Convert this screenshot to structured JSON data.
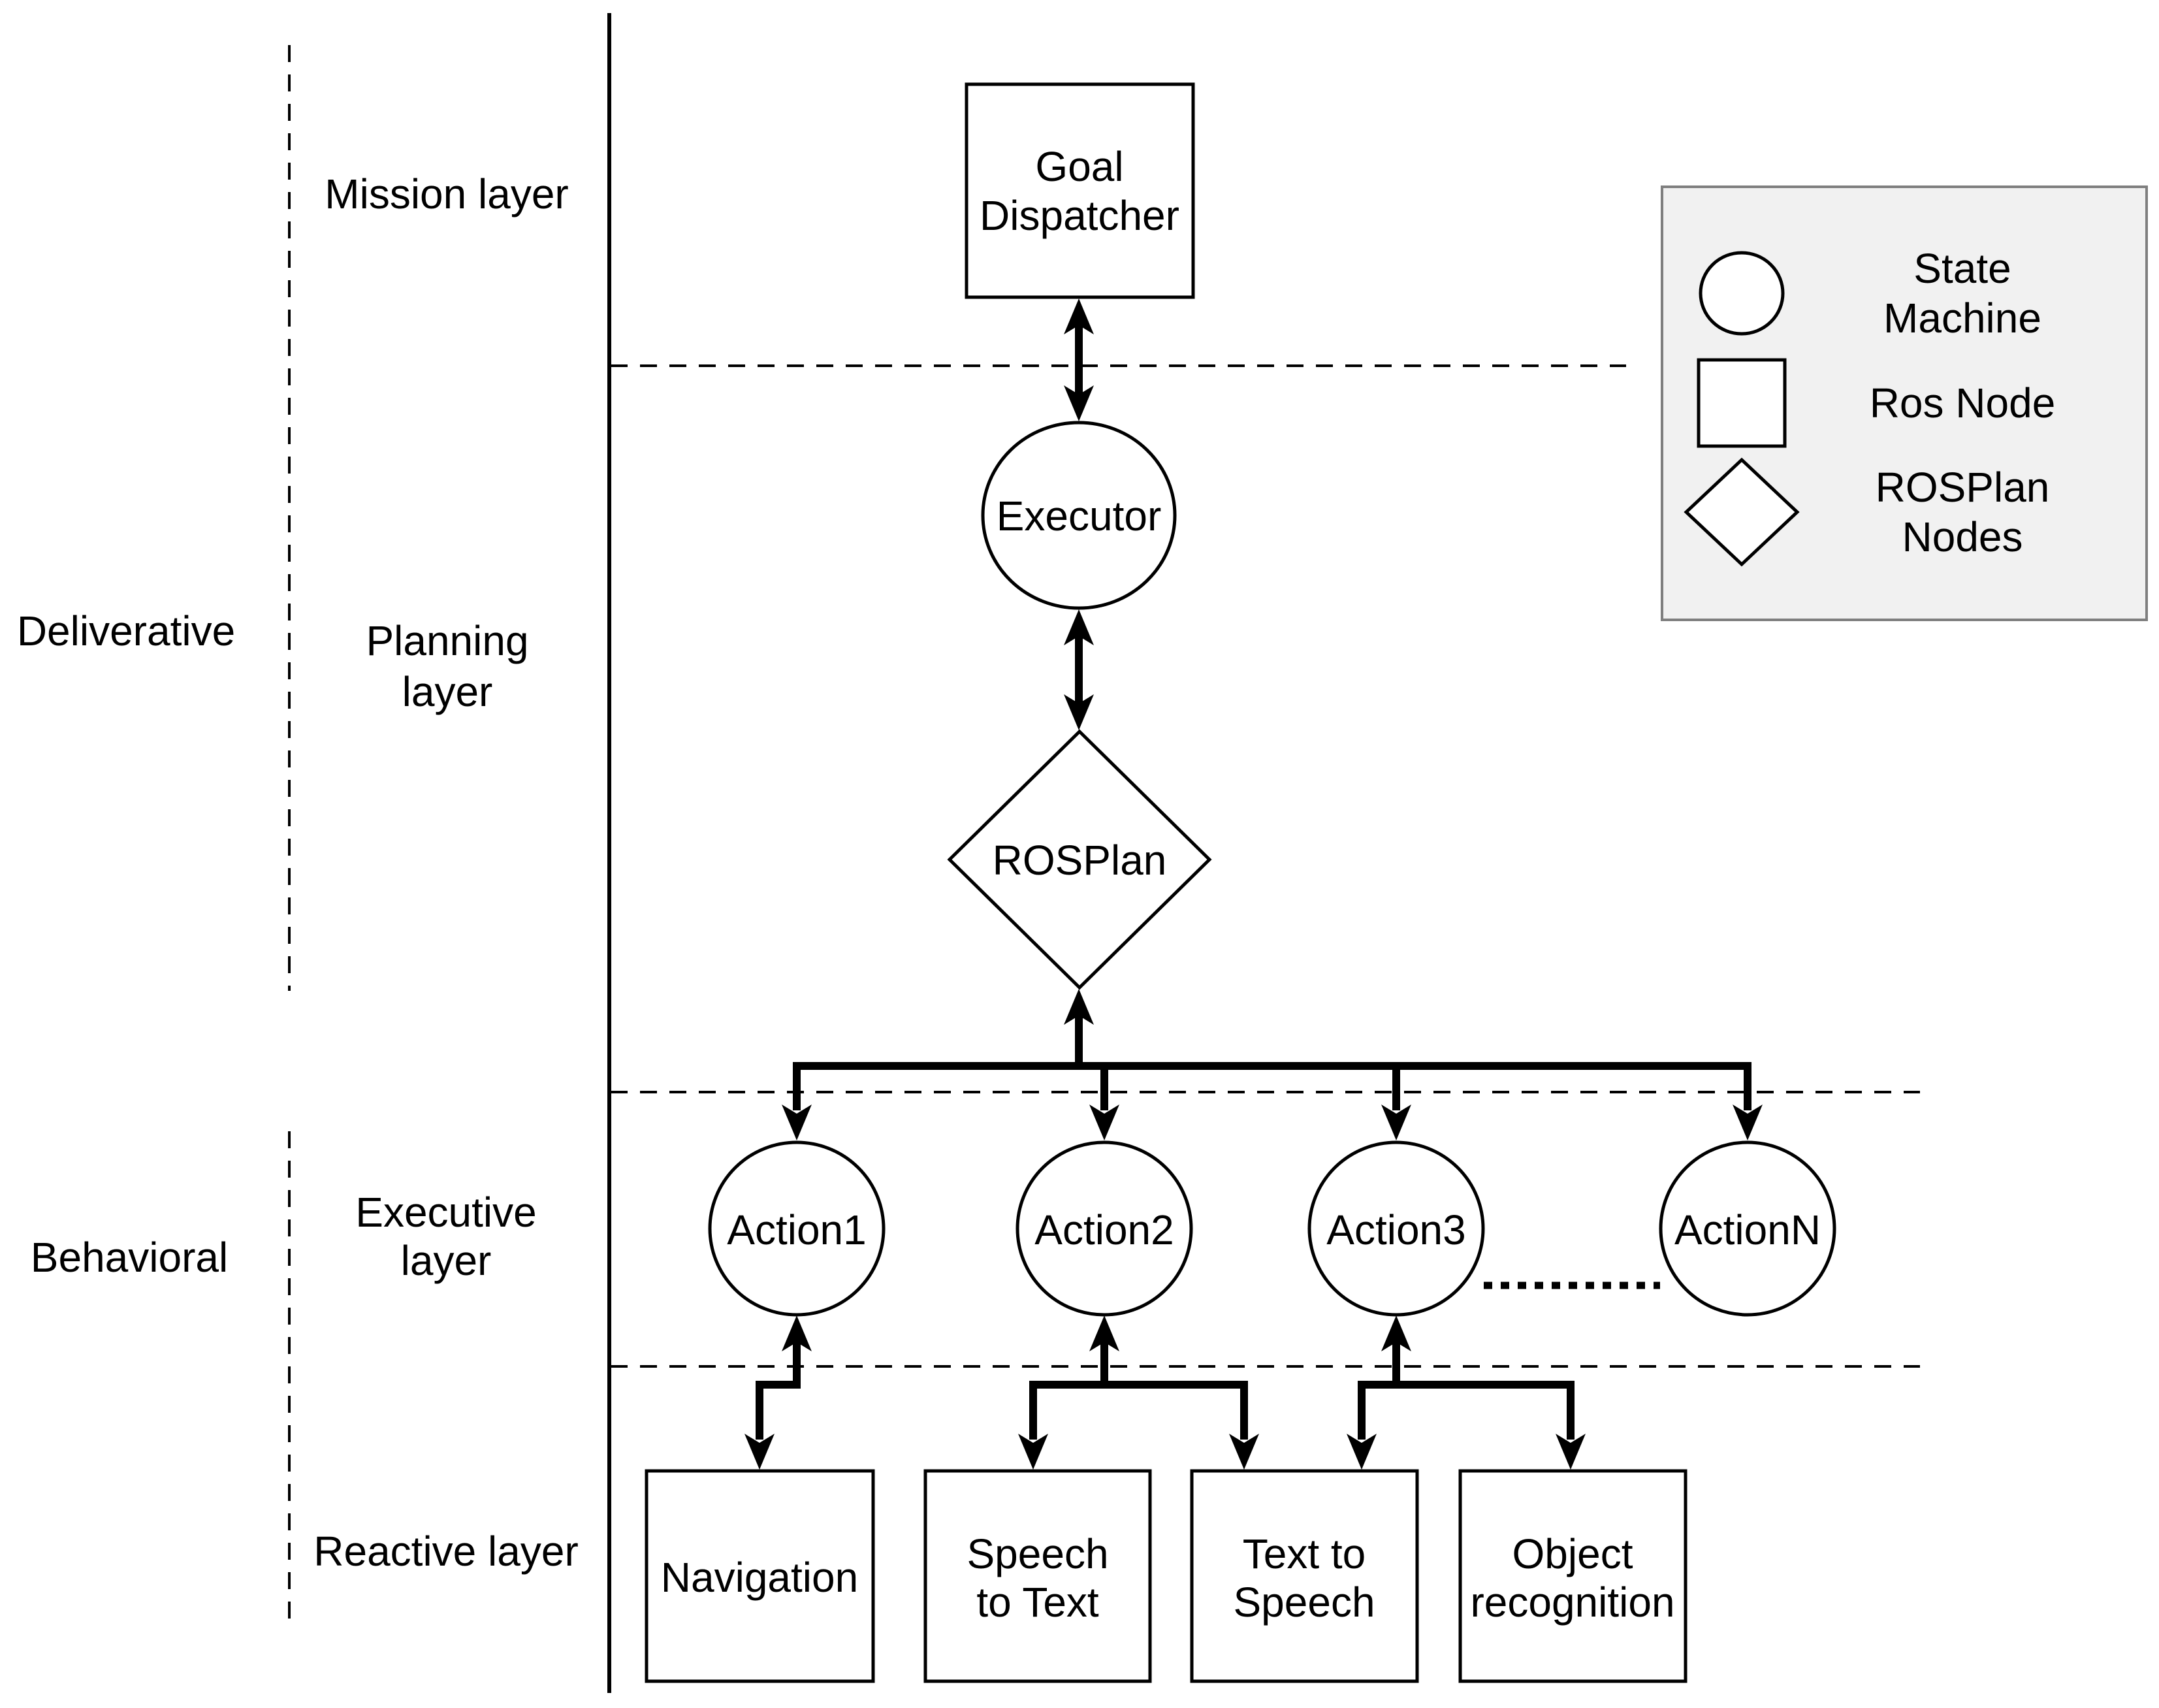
{
  "groups": {
    "deliverative": "Deliverative",
    "behavioral": "Behavioral"
  },
  "layers": {
    "mission": "Mission layer",
    "planning": [
      "Planning",
      "layer"
    ],
    "executive": [
      "Executive",
      "layer"
    ],
    "reactive": "Reactive layer"
  },
  "nodes": {
    "goal_dispatcher": [
      "Goal",
      "Dispatcher"
    ],
    "executor": "Executor",
    "rosplan": "ROSPlan",
    "actions": [
      "Action1",
      "Action2",
      "Action3",
      "ActionN"
    ],
    "navigation": "Navigation",
    "speech_to_text": [
      "Speech",
      "to Text"
    ],
    "text_to_speech": [
      "Text to",
      "Speech"
    ],
    "object_recognition": [
      "Object",
      "recognition"
    ]
  },
  "legend": {
    "items": [
      {
        "symbol": "circle-icon",
        "label": [
          "State",
          "Machine"
        ]
      },
      {
        "symbol": "square-icon",
        "label": [
          "Ros Node"
        ]
      },
      {
        "symbol": "diamond-icon",
        "label": [
          "ROSPlan",
          "Nodes"
        ]
      }
    ]
  },
  "colors": {
    "ink": "#000000",
    "background": "#ffffff",
    "node_fill": "#ffffff",
    "legend_fill": "#f1f1f1",
    "legend_border": "#7f7f7f"
  }
}
